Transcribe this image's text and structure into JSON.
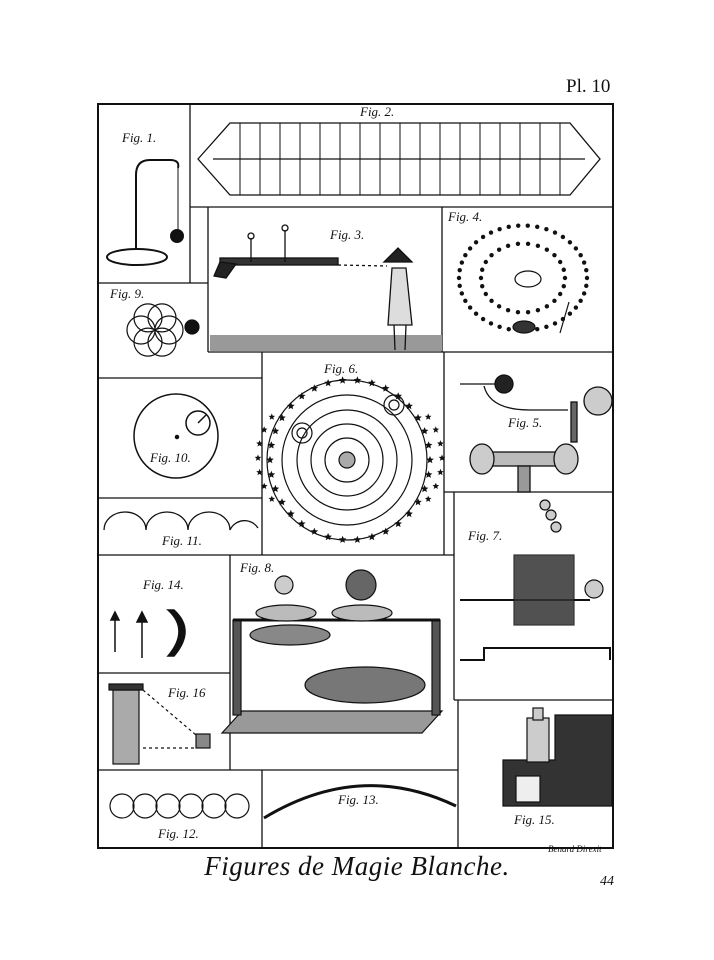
{
  "plate_number": "Pl. 10",
  "title": "Figures de Magie Blanche.",
  "engraver": "Benard Direxit",
  "page_number": "44",
  "figures": {
    "fig1": "Fig. 1.",
    "fig2": "Fig. 2.",
    "fig3": "Fig. 3.",
    "fig4": "Fig. 4.",
    "fig5": "Fig. 5.",
    "fig6": "Fig. 6.",
    "fig7": "Fig. 7.",
    "fig8": "Fig. 8.",
    "fig9": "Fig. 9.",
    "fig10": "Fig. 10.",
    "fig11": "Fig. 11.",
    "fig12": "Fig. 12.",
    "fig13": "Fig. 13.",
    "fig14": "Fig. 14.",
    "fig15": "Fig. 15.",
    "fig16": "Fig. 16"
  }
}
